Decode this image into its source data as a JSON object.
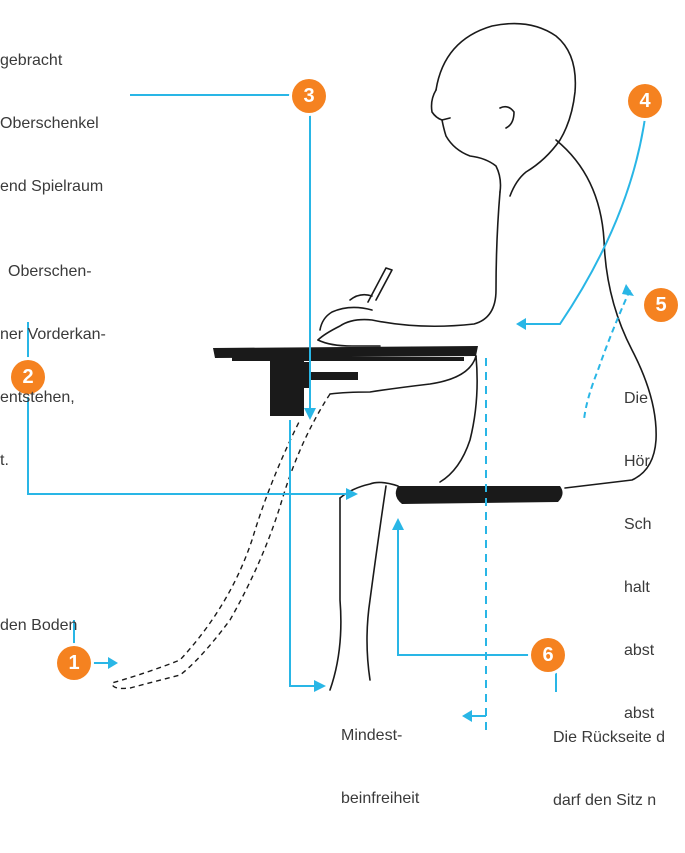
{
  "colors": {
    "accent": "#29b6e6",
    "badge": "#f58220",
    "ink": "#1a1a1a",
    "text": "#3a3a3a"
  },
  "callouts": {
    "c1": {
      "number": "1",
      "lines": [
        "den Boden"
      ]
    },
    "c2": {
      "number": "2",
      "lines": [
        "Oberschen-",
        "ner Vorderkan-",
        "entstehen,",
        "t."
      ]
    },
    "c3": {
      "number": "3",
      "lines": [
        "gebracht",
        "Oberschenkel",
        "end Spielraum"
      ]
    },
    "c4": {
      "number": "4"
    },
    "c5": {
      "number": "5",
      "lines": [
        "Die",
        "Hör",
        "Sch",
        "halt",
        "abst",
        "abst"
      ]
    },
    "c6": {
      "number": "6",
      "lines": [
        "Die Rückseite d",
        "darf den Sitz n"
      ]
    },
    "legroom": {
      "lines": [
        "Mindest-",
        "beinfreiheit"
      ]
    }
  },
  "icons": {
    "figure": "seated-person-writing-illustration",
    "desk": "school-desk-icon",
    "seat": "chair-seat-icon"
  }
}
